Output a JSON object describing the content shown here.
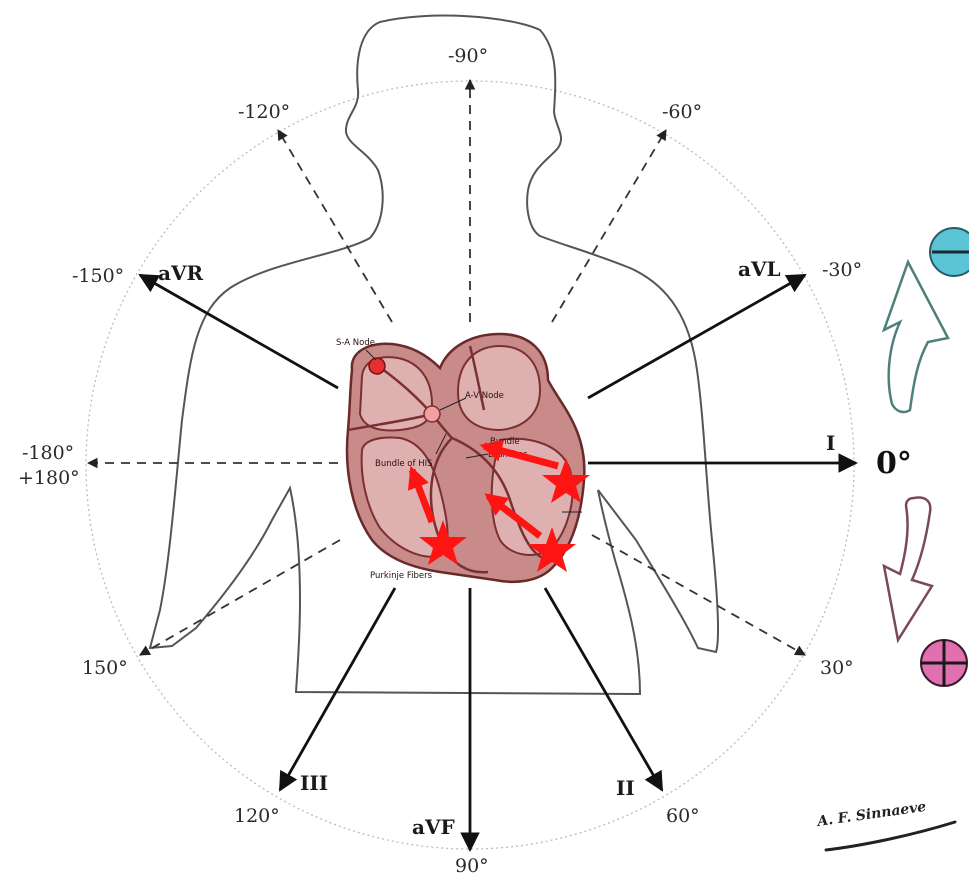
{
  "angles": {
    "neg90": "-90°",
    "neg120": "-120°",
    "neg60": "-60°",
    "neg150": "-150°",
    "neg30": "-30°",
    "neg180": "-180°",
    "pos180": "+180°",
    "zero": "0°",
    "pos150": "150°",
    "pos30": "30°",
    "pos120": "120°",
    "pos60": "60°",
    "pos90": "90°"
  },
  "leads": {
    "avr": "aVR",
    "avl": "aVL",
    "i": "I",
    "ii": "II",
    "iii": "III",
    "avf": "aVF"
  },
  "heart_labels": {
    "sa_node": "S-A Node",
    "av_node": "A-V Node",
    "bundle_his": "Bundle of HIS",
    "bundle_branches_1": "Bundle",
    "bundle_branches_2": "Branches",
    "purkinje": "Purkinje Fibers"
  },
  "signature": "A. F. Sinnaeve",
  "colors": {
    "axis": "#111111",
    "circle": "#b8b8b8",
    "body_outline": "#555555",
    "heart_fill": "#c98a8a",
    "heart_dark": "#7a3030",
    "activation": "#ff1414",
    "negative_circle": "#5bc4d6",
    "positive_circle": "#e070b0",
    "up_arrow_outline": "#4e7f7a",
    "down_arrow_outline": "#7a4a5a"
  }
}
